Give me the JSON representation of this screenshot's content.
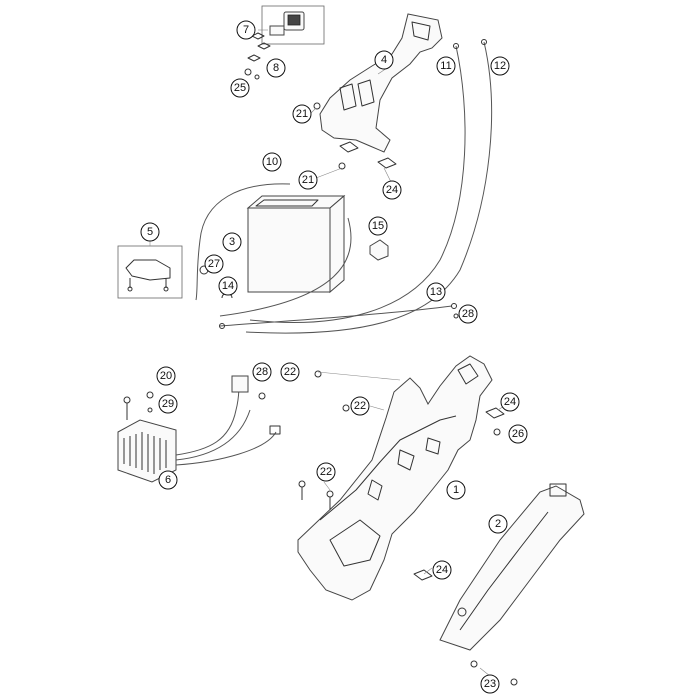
{
  "callouts": [
    {
      "id": "c1",
      "label": "1"
    },
    {
      "id": "c2",
      "label": "2"
    },
    {
      "id": "c3",
      "label": "3"
    },
    {
      "id": "c4",
      "label": "4"
    },
    {
      "id": "c5",
      "label": "5"
    },
    {
      "id": "c6",
      "label": "6"
    },
    {
      "id": "c7",
      "label": "7"
    },
    {
      "id": "c8",
      "label": "8"
    },
    {
      "id": "c10",
      "label": "10"
    },
    {
      "id": "c11",
      "label": "11"
    },
    {
      "id": "c12",
      "label": "12"
    },
    {
      "id": "c13",
      "label": "13"
    },
    {
      "id": "c14",
      "label": "14"
    },
    {
      "id": "c15",
      "label": "15"
    },
    {
      "id": "c20",
      "label": "20"
    },
    {
      "id": "c21a",
      "label": "21"
    },
    {
      "id": "c21b",
      "label": "21"
    },
    {
      "id": "c22a",
      "label": "22"
    },
    {
      "id": "c22b",
      "label": "22"
    },
    {
      "id": "c22c",
      "label": "22"
    },
    {
      "id": "c23",
      "label": "23"
    },
    {
      "id": "c24a",
      "label": "24"
    },
    {
      "id": "c24b",
      "label": "24"
    },
    {
      "id": "c24c",
      "label": "24"
    },
    {
      "id": "c25",
      "label": "25"
    },
    {
      "id": "c26",
      "label": "26"
    },
    {
      "id": "c27",
      "label": "27"
    },
    {
      "id": "c28a",
      "label": "28"
    },
    {
      "id": "c28b",
      "label": "28"
    },
    {
      "id": "c29",
      "label": "29"
    }
  ]
}
